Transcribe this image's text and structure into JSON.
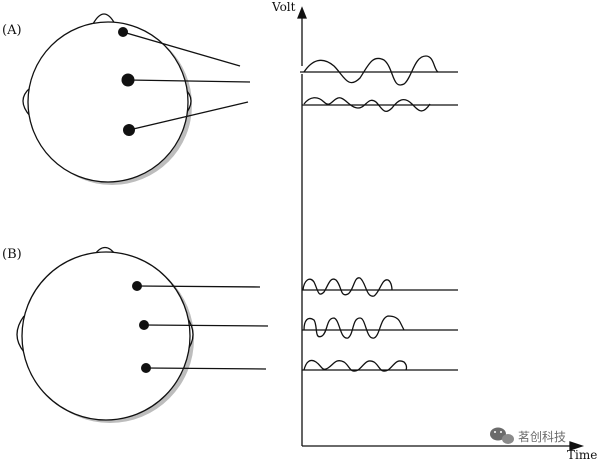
{
  "panels": [
    {
      "label": "(A)"
    },
    {
      "label": "(B)"
    }
  ],
  "axis": {
    "y_label": "Volt",
    "x_label": "Time"
  },
  "watermark": {
    "text": "茗创科技"
  },
  "colors": {
    "ink": "#111111",
    "head_shadow": "#bdbdbd",
    "watermark": "#6b6b6b"
  }
}
